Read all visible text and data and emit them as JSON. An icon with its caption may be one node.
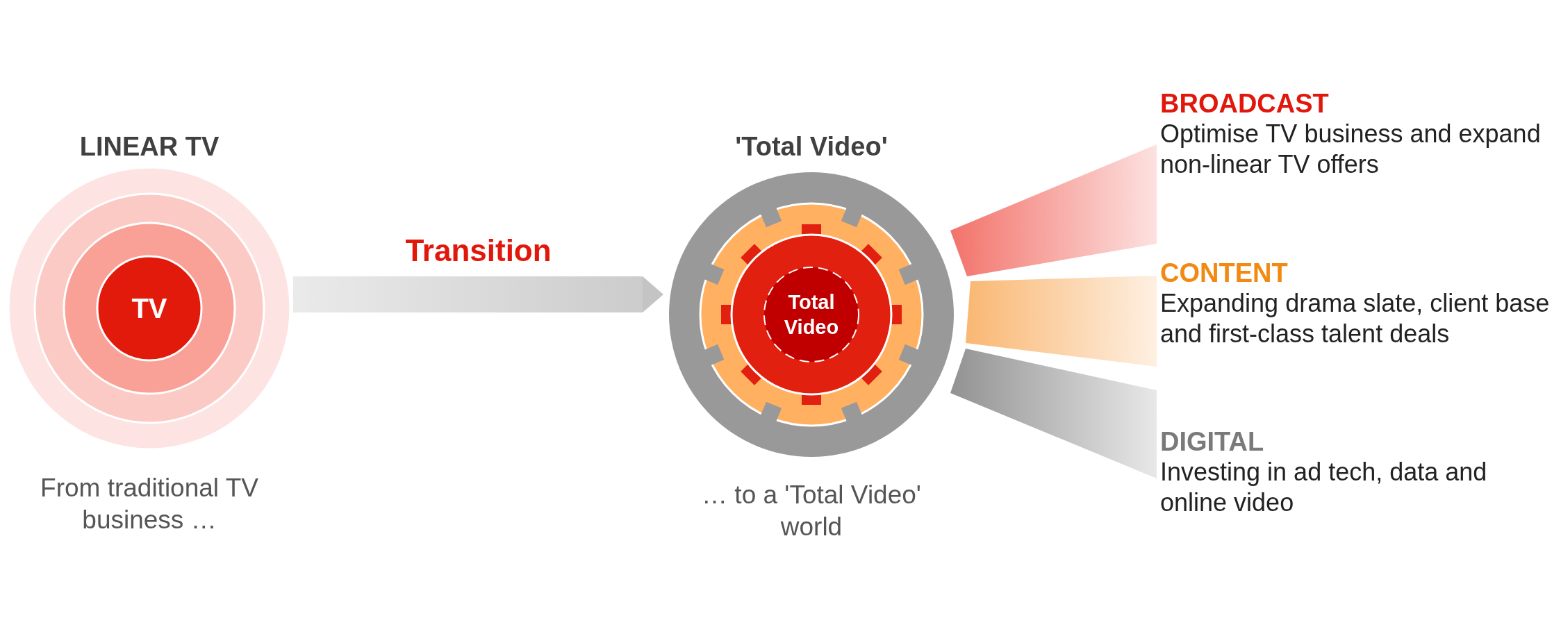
{
  "diagram": {
    "nodes": [
      {
        "text": [
          "LINEAR TV",
          "TV"
        ],
        "beside": [
          "From traditional TV business …"
        ]
      },
      {
        "text": [
          "'Total Video'",
          "Total Video"
        ],
        "beside": [
          "… to a 'Total Video' world"
        ]
      },
      {
        "text": [
          "BROADCAST",
          "Optimise TV business and expand non-linear TV offers"
        ]
      },
      {
        "text": [
          "CONTENT",
          "Expanding drama slate, client base and first-class talent deals"
        ]
      },
      {
        "text": [
          "DIGITAL",
          "Investing in ad tech, data and online video"
        ]
      }
    ],
    "edges": [
      {
        "from": 0,
        "to": 1,
        "arrow": "to",
        "label": "Transition"
      },
      {
        "from": 1,
        "to": 2,
        "arrow": "none",
        "color": "#f26b63"
      },
      {
        "from": 1,
        "to": 3,
        "arrow": "none",
        "color": "#f9b36b"
      },
      {
        "from": 1,
        "to": 4,
        "arrow": "none",
        "color": "#8c8c8c"
      }
    ]
  }
}
